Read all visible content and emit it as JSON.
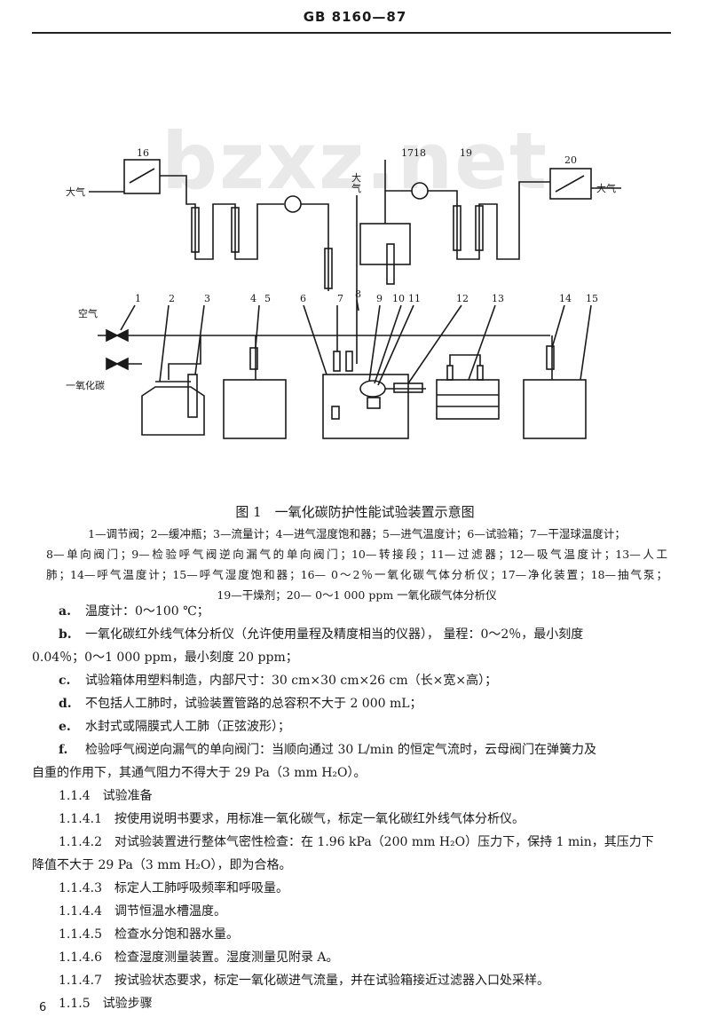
{
  "header": {
    "standard_no": "GB 8160—87"
  },
  "watermark": "bzxz.net",
  "diagram": {
    "labels": {
      "n1": "1",
      "n2": "2",
      "n3": "3",
      "n4": "4",
      "n5": "5",
      "n6": "6",
      "n7": "7",
      "n8": "8",
      "n9": "9",
      "n10": "10",
      "n11": "11",
      "n12": "12",
      "n13": "13",
      "n14": "14",
      "n15": "15",
      "n16": "16",
      "n17": "17",
      "n18": "18",
      "n19": "19",
      "n20": "20",
      "atm_left": "大气",
      "atm_right": "大气",
      "atm_top_1": "大",
      "atm_top_2": "气",
      "air": "空气",
      "co": "一氧化碳"
    }
  },
  "figure": {
    "caption": "图 1　一氧化碳防护性能试验装置示意图",
    "legend_lines": [
      "1—调节阀；2—缓冲瓶；3—流量计；4—进气湿度饱和器；5—进气温度计；6—试验箱；7—干湿球温度计；",
      "8—单向阀门；9—检验呼气阀逆向漏气的单向阀门；10—转接段；11—过滤器；12—吸气温度计；13—人工",
      "肺；14—呼气温度计；15—呼气湿度饱和器；16— 0～2％一氧化碳气体分析仪；17—净化装置；18—抽气泵；",
      "19—干燥剂；20— 0～1 000 ppm 一氧化碳气体分析仪"
    ]
  },
  "items": [
    {
      "tag": "a.",
      "text": "温度计：0～100 ℃；"
    },
    {
      "tag": "b.",
      "text": "一氧化碳红外线气体分析仪（允许使用量程及精度相当的仪器）， 量程：0～2％，最小刻度",
      "cont": "0.04％；0～1 000 ppm，最小刻度 20 ppm；"
    },
    {
      "tag": "c.",
      "text": "试验箱体用塑料制造，内部尺寸：30 cm×30 cm×26 cm（长×宽×高）；"
    },
    {
      "tag": "d.",
      "text": "不包括人工肺时，试验装置管路的总容积不大于 2 000 mL；"
    },
    {
      "tag": "e.",
      "text": "水封式或隔膜式人工肺（正弦波形）；"
    },
    {
      "tag": "f.",
      "text": "检验呼气阀逆向漏气的单向阀门：当顺向通过 30 L/min 的恒定气流时，云母阀门在弹簧力及",
      "cont": "自重的作用下，其通气阻力不得大于 29 Pa（3 mm H₂O）。"
    }
  ],
  "sections": [
    {
      "text": "1.1.4　试验准备"
    },
    {
      "text": "1.1.4.1　按使用说明书要求，用标准一氧化碳气，标定一氧化碳红外线气体分析仪。"
    },
    {
      "text": "1.1.4.2　对试验装置进行整体气密性检查：在 1.96 kPa（200 mm H₂O）压力下，保持 1 min，其压力下",
      "cont": "降值不大于 29 Pa（3 mm H₂O），即为合格。"
    },
    {
      "text": "1.1.4.3　标定人工肺呼吸频率和呼吸量。"
    },
    {
      "text": "1.1.4.4　调节恒温水槽温度。"
    },
    {
      "text": "1.1.4.5　检查水分饱和器水量。"
    },
    {
      "text": "1.1.4.6　检查湿度测量装置。湿度测量见附录 A。"
    },
    {
      "text": "1.1.4.7　按试验状态要求，标定一氧化碳进气流量，并在试验箱接近过滤器入口处采样。"
    },
    {
      "text": "1.1.5　试验步骤"
    }
  ],
  "page_number": "6"
}
